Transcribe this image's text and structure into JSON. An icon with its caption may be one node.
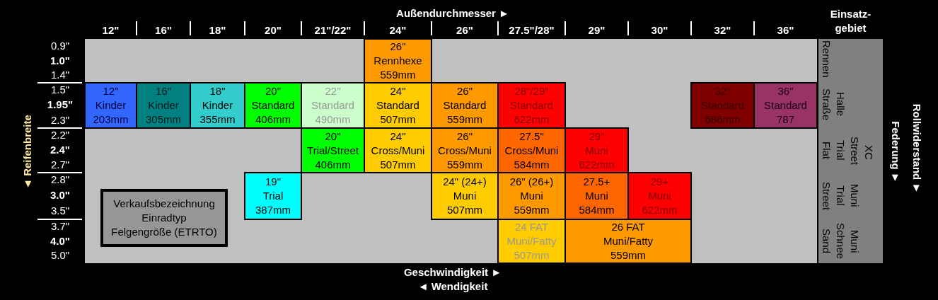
{
  "diagram": {
    "nodes": [
      {
        "text": [
          "26\"",
          "Rennhexe",
          "559mm"
        ]
      },
      {
        "text": [
          "12\"",
          "Kinder",
          "203mm"
        ]
      },
      {
        "text": [
          "16\"",
          "Kinder",
          "305mm"
        ]
      },
      {
        "text": [
          "18\"",
          "Kinder",
          "355mm"
        ]
      },
      {
        "text": [
          "20\"",
          "Standard",
          "406mm"
        ]
      },
      {
        "text": [
          "22\"",
          "Standard",
          "490mm"
        ]
      },
      {
        "text": [
          "24\"",
          "Standard",
          "507mm"
        ]
      },
      {
        "text": [
          "26\"",
          "Standard",
          "559mm"
        ]
      },
      {
        "text": [
          "28\"/29\"",
          "Standard",
          "622mm"
        ]
      },
      {
        "text": [
          "32\"",
          "Standard",
          "686mm"
        ]
      },
      {
        "text": [
          "36\"",
          "Standard",
          "787"
        ]
      },
      {
        "text": [
          "20\"",
          "Trial/Street",
          "406mm"
        ]
      },
      {
        "text": [
          "24\"",
          "Cross/Muni",
          "507mm"
        ]
      },
      {
        "text": [
          "26\"",
          "Cross/Muni",
          "559mm"
        ]
      },
      {
        "text": [
          "27.5\"",
          "Cross/Muni",
          "584mm"
        ]
      },
      {
        "text": [
          "29\"",
          "Muni",
          "622mm"
        ]
      },
      {
        "text": [
          "19\"",
          "Trial",
          "387mm"
        ]
      },
      {
        "text": [
          "24\" (24+)",
          "Muni",
          "507mm"
        ]
      },
      {
        "text": [
          "26\" (26+)",
          "Muni",
          "559mm"
        ]
      },
      {
        "text": [
          "27.5+",
          "Muni",
          "584mm"
        ]
      },
      {
        "text": [
          "29+",
          "Muni",
          "622mm"
        ]
      },
      {
        "text": [
          "Verkaufsbezeichnung",
          "Einradtyp",
          "Felgengröße (ETRTO)"
        ]
      },
      {
        "text": [
          "24 FAT",
          "Muni/Fatty",
          "507mm"
        ]
      },
      {
        "text": [
          "26 FAT",
          "Muni/Fatty",
          "559mm"
        ]
      },
      {
        "text": [
          "Rennen",
          "Straße",
          "Halle",
          "Flat",
          "Trial",
          "Street",
          "XC",
          "Street",
          "Trial",
          "Muni",
          "Sand",
          "Schnee",
          "Muni"
        ]
      }
    ],
    "labels": [
      "Außendurchmesser ►",
      "Einsatz- gebiet",
      "12\"",
      "16\"",
      "18\"",
      "20\"",
      "21\"/22\"",
      "24\"",
      "26\"",
      "27.5\"/28\"",
      "29\"",
      "30\"",
      "32\"",
      "36\"",
      "0.9\"",
      "1.0\"",
      "1.4\"",
      "1.5\"",
      "1.95\"",
      "2.3\"",
      "2.2\"",
      "2.4\"",
      "2.7\"",
      "2.8\"",
      "3.0\"",
      "3.5\"",
      "3.7\"",
      "4.0\"",
      "5.0\"",
      "◄ Reifenbreite",
      "Federung ►",
      "Rollwiderstand ►",
      "Geschwindigkeit ►",
      "◄ Wendigkeit"
    ]
  }
}
